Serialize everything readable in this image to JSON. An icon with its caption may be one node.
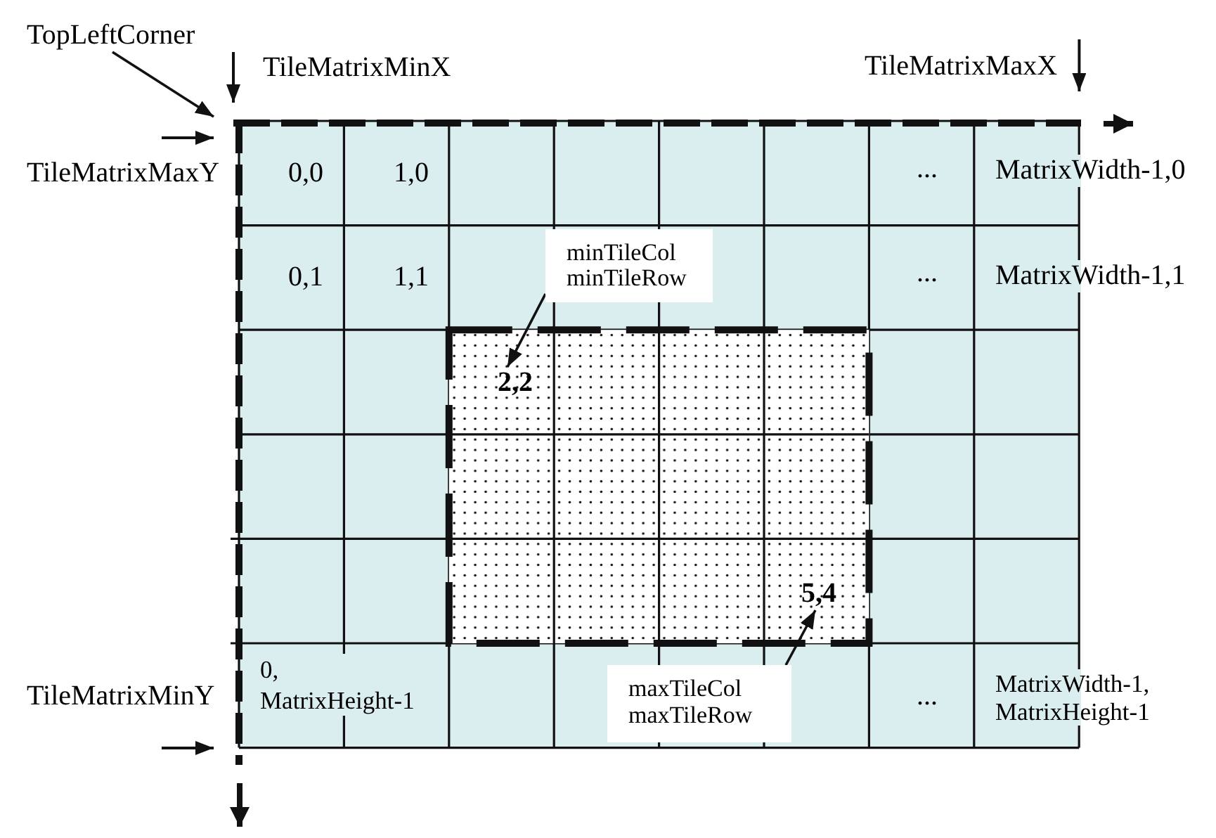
{
  "diagram": {
    "nodes": [
      {
        "text": [
          "TopLeftCorner"
        ]
      },
      {
        "text": [
          "minTileCol minTileRow"
        ]
      },
      {
        "text": [
          "2,2"
        ]
      },
      {
        "text": [
          "5,4"
        ]
      },
      {
        "text": [
          "maxTileCol maxTileRow"
        ]
      }
    ],
    "edges": [
      {
        "from": 0,
        "to": null,
        "arrow": "to"
      },
      {
        "from": 1,
        "to": 2,
        "arrow": "to"
      },
      {
        "from": 4,
        "to": 3,
        "arrow": "to"
      }
    ],
    "labels": [
      "TileMatrixMinX",
      "TileMatrixMaxX",
      "TileMatrixMaxY",
      "0,0",
      "1,0",
      "...",
      "MatrixWidth-1,0",
      "0,1",
      "1,1",
      "...",
      "MatrixWidth-1,1",
      "TileMatrixMinY",
      "0, MatrixHeight-1",
      "...",
      "MatrixWidth-1, MatrixHeight-1"
    ]
  }
}
